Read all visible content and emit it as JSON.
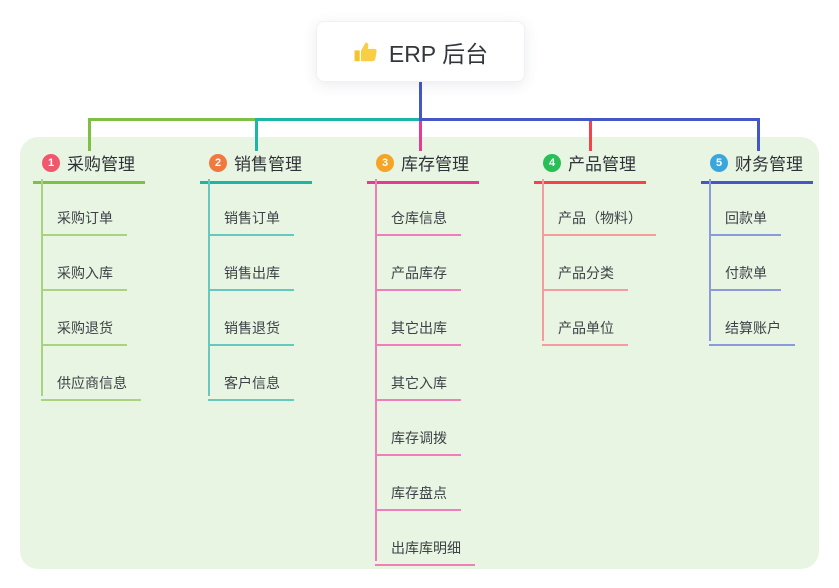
{
  "root": {
    "title": "ERP 后台",
    "icon": "thumbs-up-icon"
  },
  "colors": {
    "panel": "#e9f5e3",
    "stem": "#4457c5",
    "text": "#33373b"
  },
  "branches": [
    {
      "badge": "1",
      "label": "采购管理",
      "color": "#7fbf44",
      "light": "#a9d37f",
      "badge_color": "#f1586c",
      "children": [
        "采购订单",
        "采购入库",
        "采购退货",
        "供应商信息"
      ]
    },
    {
      "badge": "2",
      "label": "销售管理",
      "color": "#1cb5a6",
      "light": "#67c8bd",
      "badge_color": "#f0793f",
      "children": [
        "销售订单",
        "销售出库",
        "销售退货",
        "客户信息"
      ]
    },
    {
      "badge": "3",
      "label": "库存管理",
      "color": "#e43c96",
      "light": "#f07eba",
      "badge_color": "#f6a425",
      "children": [
        "仓库信息",
        "产品库存",
        "其它出库",
        "其它入库",
        "库存调拨",
        "库存盘点",
        "出库库明细"
      ]
    },
    {
      "badge": "4",
      "label": "产品管理",
      "color": "#f2434e",
      "light": "#f69b9e",
      "badge_color": "#2abf56",
      "children": [
        "产品（物料）",
        "产品分类",
        "产品单位"
      ]
    },
    {
      "badge": "5",
      "label": "财务管理",
      "color": "#4457c5",
      "light": "#8b9bd9",
      "badge_color": "#3aa6de",
      "children": [
        "回款单",
        "付款单",
        "结算账户"
      ]
    }
  ]
}
